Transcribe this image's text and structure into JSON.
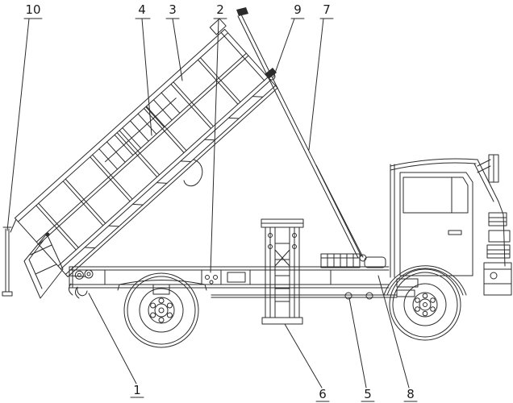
{
  "figure": {
    "colors": {
      "line": "#2b2b2b",
      "ink": "#1a1a1a",
      "background": "#ffffff"
    },
    "callouts": {
      "top": [
        {
          "label": "10"
        },
        {
          "label": "4"
        },
        {
          "label": "3"
        },
        {
          "label": "2"
        },
        {
          "label": "9"
        },
        {
          "label": "7"
        }
      ],
      "bottom": [
        {
          "label": "1"
        },
        {
          "label": "6"
        },
        {
          "label": "5"
        },
        {
          "label": "8"
        }
      ]
    }
  }
}
